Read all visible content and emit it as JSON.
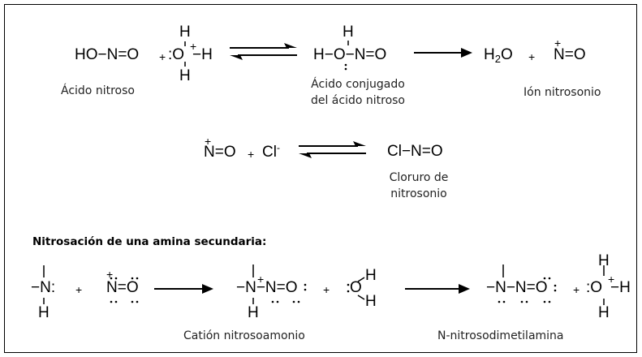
{
  "reaction1": {
    "nitrous_acid": "HO−N=O",
    "plus1": "+",
    "water": {
      "O": ":O",
      "charge": "+",
      "H_right": "−H",
      "H_top": "H",
      "H_bottom": "H"
    },
    "conjugate": {
      "formula": "H−O−N=O",
      "H_top": "H"
    },
    "water_product": {
      "H2": "H",
      "sub": "2",
      "O": "O"
    },
    "plus2": "+",
    "nitrosonium": {
      "formula": "N=O",
      "charge": "+"
    },
    "labels": {
      "nitrous_acid": "Ácido nitroso",
      "conjugate_line1": "Ácido conjugado",
      "conjugate_line2": "del ácido nitroso",
      "nitrosonium": "Ión nitrosonio"
    }
  },
  "reaction2": {
    "nitrosonium": {
      "formula": "N=O",
      "charge": "+"
    },
    "plus": "+",
    "chloride": {
      "symbol": "Cl",
      "charge": "-"
    },
    "product": "Cl−N=O",
    "label_line1": "Cloruro de",
    "label_line2": "nitrosonio"
  },
  "section3": {
    "heading": "Nitrosación de una amina secundaria:",
    "amine": {
      "formula": "−N:",
      "H_bottom": "H"
    },
    "plus1": "+",
    "nitrosonium": {
      "formula": "N=O",
      "charge": "+"
    },
    "cation": {
      "formula": "−N−N=O",
      "charge": "+",
      "H_bottom": "H"
    },
    "plus2": "+",
    "water": {
      "O": "O",
      "H_top": "H",
      "H_bottom": "H"
    },
    "nitrosamine": {
      "formula": "−N−N=O"
    },
    "plus3": "+",
    "hydronium": {
      "O": ":O",
      "charge": "+",
      "H_right": "−H",
      "H_top": "H",
      "H_bottom": "H"
    },
    "labels": {
      "cation": "Catión nitrosoamonio",
      "nitrosamine": "N-nitrosodimetilamina"
    }
  }
}
